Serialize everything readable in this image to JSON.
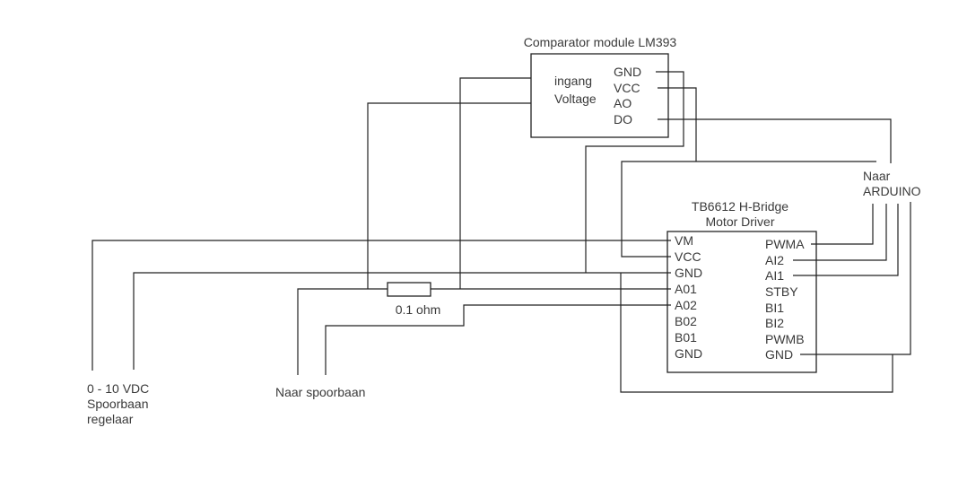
{
  "diagram": {
    "comparator": {
      "title": "Comparator module LM393",
      "input_label_line1": "ingang",
      "input_label_line2": "Voltage",
      "pins_right": [
        "GND",
        "VCC",
        "AO",
        "DO"
      ]
    },
    "motor_driver": {
      "title_line1": "TB6612 H-Bridge",
      "title_line2": "Motor Driver",
      "pins_left": [
        "VM",
        "VCC",
        "GND",
        "A01",
        "A02",
        "B02",
        "B01",
        "GND"
      ],
      "pins_right": [
        "PWMA",
        "AI2",
        "AI1",
        "STBY",
        "BI1",
        "BI2",
        "PWMB",
        "GND"
      ]
    },
    "resistor": {
      "label": "0.1 ohm"
    },
    "labels": {
      "arduino_line1": "Naar",
      "arduino_line2": "ARDUINO",
      "spoorbaan": "Naar spoorbaan",
      "regelaar_line1": "0 - 10 VDC",
      "regelaar_line2": "Spoorbaan",
      "regelaar_line3": "regelaar"
    },
    "colors": {
      "wire": "#222222",
      "text": "#3a3a3a",
      "background": "#ffffff"
    }
  }
}
